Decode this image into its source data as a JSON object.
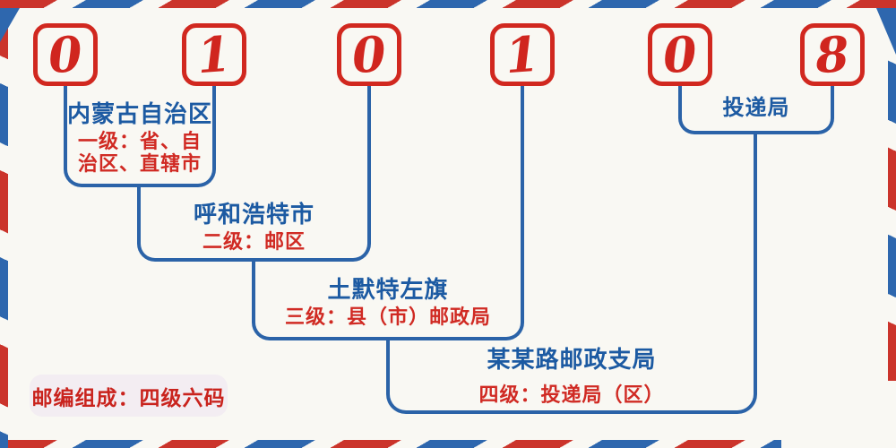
{
  "diagram": {
    "postal_code_digits": [
      "0",
      "1",
      "0",
      "1",
      "0",
      "8"
    ],
    "levels": [
      {
        "name": "内蒙古自治区",
        "desc": "一级：省、自\n治区、直辖市"
      },
      {
        "name": "呼和浩特市",
        "desc": "二级：邮区"
      },
      {
        "name": "土默特左旗",
        "desc": "三级：县（市）邮政局"
      },
      {
        "name": "某某路邮政支局",
        "desc": "四级：投递局（区）"
      },
      {
        "name": "投递局",
        "desc": ""
      }
    ],
    "footer_badge": "邮编组成：四级六码",
    "colors": {
      "digit_red": "#d0261f",
      "box_border_red": "#d1281f",
      "title_blue": "#1c5aa2",
      "desc_red": "#d02a23",
      "line_blue": "#2b63a8",
      "stripe_red": "#cb342b",
      "stripe_blue": "#2e67ae",
      "badge_background": "#f3edf2",
      "page_background": "#f9f8f3"
    }
  }
}
